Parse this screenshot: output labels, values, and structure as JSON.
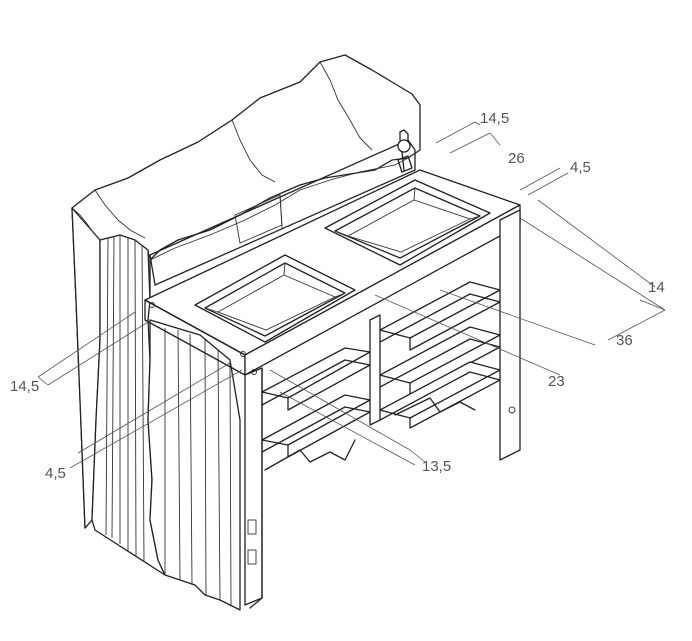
{
  "diagram": {
    "dimensions": [
      {
        "id": "d1",
        "text": "14,5"
      },
      {
        "id": "d2",
        "text": "26"
      },
      {
        "id": "d3",
        "text": "4,5"
      },
      {
        "id": "d4",
        "text": "14"
      },
      {
        "id": "d5",
        "text": "36"
      },
      {
        "id": "d6",
        "text": "23"
      },
      {
        "id": "d7",
        "text": "13,5"
      },
      {
        "id": "d8",
        "text": "14,5"
      },
      {
        "id": "d9",
        "text": "4,5"
      }
    ]
  }
}
